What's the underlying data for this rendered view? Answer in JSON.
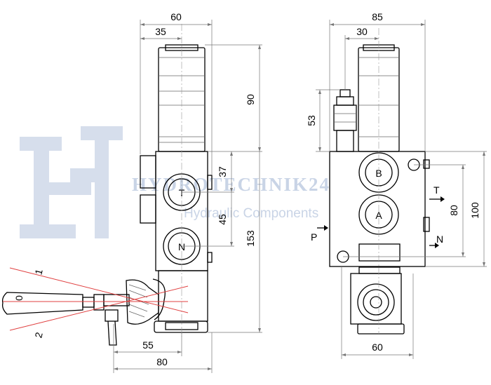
{
  "watermark": {
    "brand": "HYDROTECHNIK24",
    "tagline": "Hydraulic Components"
  },
  "side_view": {
    "dims": {
      "width_top": "60",
      "width_35": "35",
      "height_90": "90",
      "height_37": "37",
      "height_45": "45",
      "height_153": "153",
      "bottom_55": "55",
      "bottom_80": "80"
    },
    "ports": {
      "t": "T",
      "n": "N"
    },
    "lever_positions": {
      "pos1": "1",
      "pos0": "0",
      "pos2": "2"
    }
  },
  "front_view": {
    "dims": {
      "width_85": "85",
      "width_30": "30",
      "height_53": "53",
      "height_80": "80",
      "height_100": "100",
      "bottom_60": "60"
    },
    "ports": {
      "a": "A",
      "b": "B",
      "t": "T",
      "n": "N",
      "p": "P"
    }
  }
}
